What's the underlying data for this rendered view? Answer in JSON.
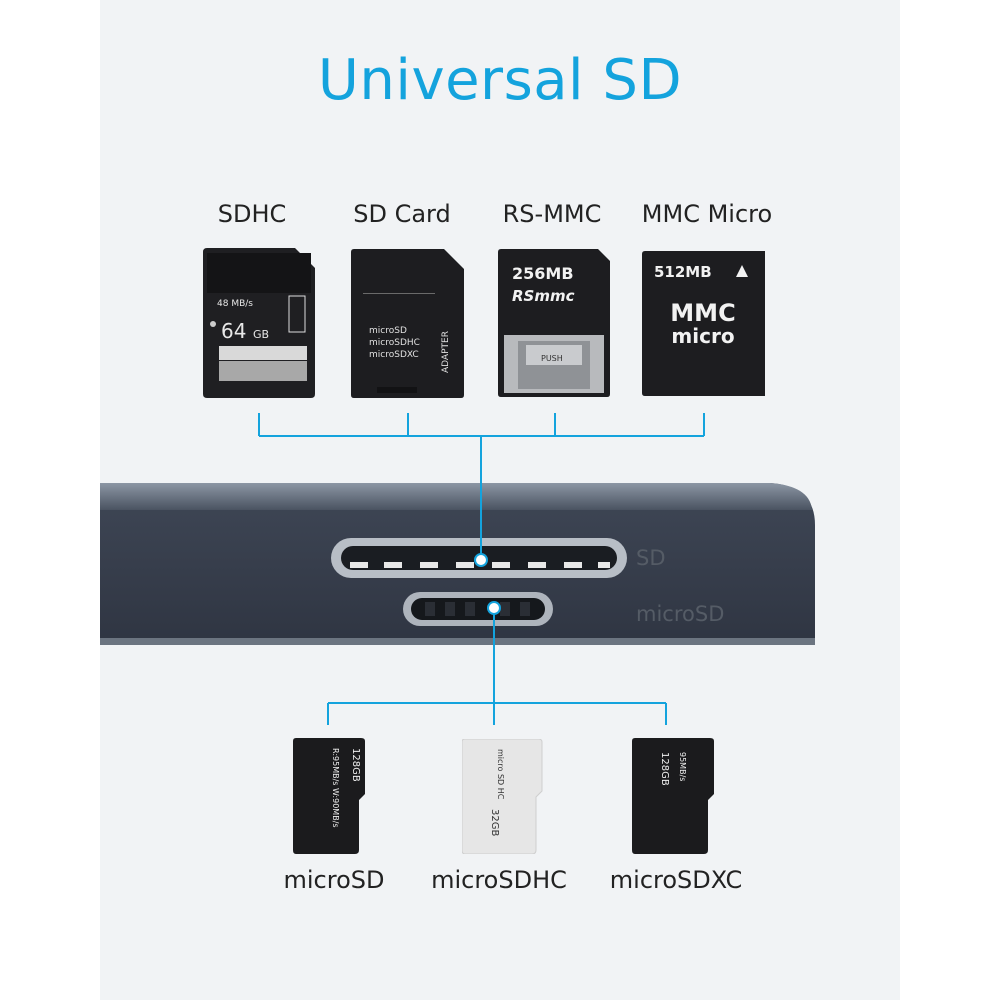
{
  "title": "Universal SD",
  "top_cards": [
    {
      "label": "SDHC",
      "lines": [
        "48 MB/s",
        "64",
        "GB"
      ]
    },
    {
      "label": "SD Card",
      "lines": [
        "microSD",
        "microSDHC",
        "microSDXC",
        "ADAPTER"
      ]
    },
    {
      "label": "RS-MMC",
      "lines": [
        "256MB",
        "RSmmc",
        "PUSH"
      ]
    },
    {
      "label": "MMC Micro",
      "lines": [
        "512MB",
        "MMC",
        "micro"
      ]
    }
  ],
  "device": {
    "slot_sd_label": "SD",
    "slot_micro_label": "microSD"
  },
  "bottom_cards": [
    {
      "label": "microSD",
      "lines": [
        "128GB",
        "R:95MB/s W:90MB/s"
      ]
    },
    {
      "label": "microSDHC",
      "lines": [
        "32GB",
        "micro SD HC"
      ]
    },
    {
      "label": "microSDXC",
      "lines": [
        "128GB",
        "95MB/s"
      ]
    }
  ],
  "colors": {
    "accent": "#14a3dd",
    "panel": "#f1f3f5",
    "device": "#3b4351",
    "card": "#1c1c1e"
  }
}
